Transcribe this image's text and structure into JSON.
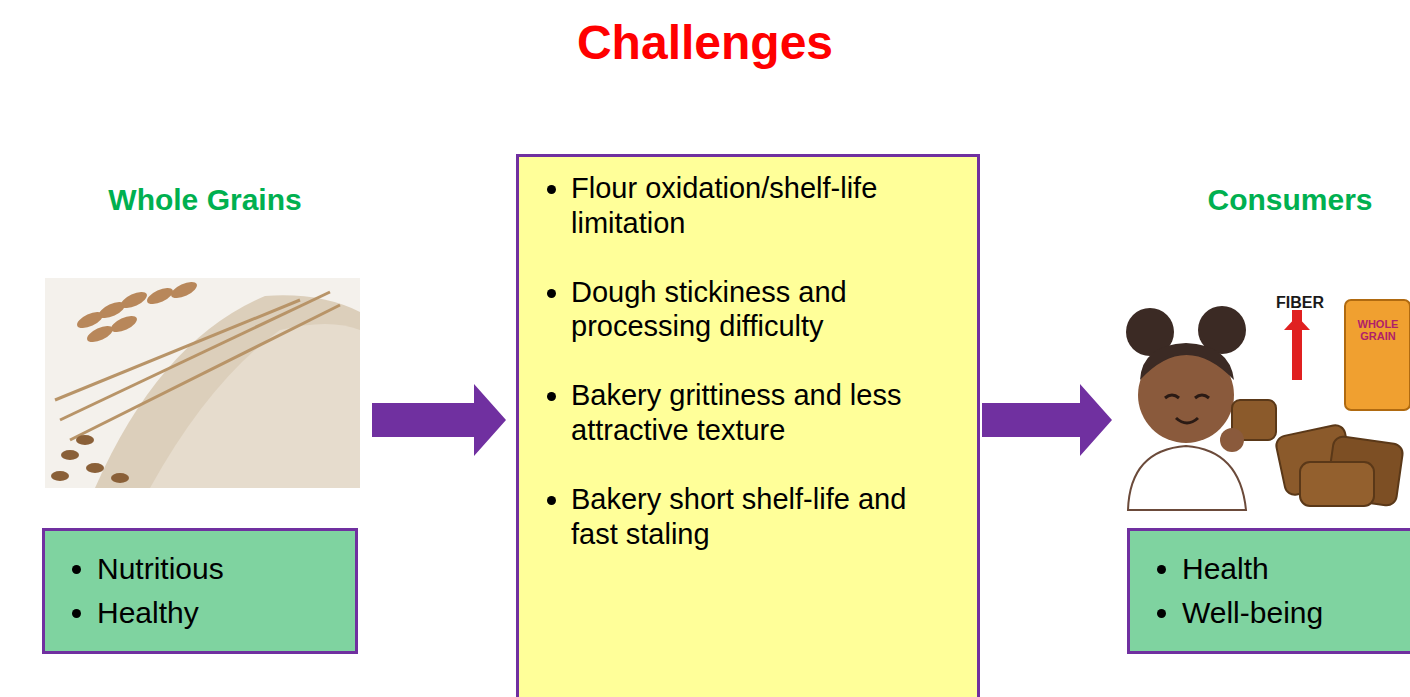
{
  "diagram": {
    "title": "Challenges",
    "nodes": [
      {
        "text": [
          "Whole Grains"
        ]
      },
      {
        "text": [
          "Nutritious",
          "Healthy"
        ],
        "in": 0
      },
      {
        "text": [
          "Flour oxidation/shelf-life limitation",
          "Dough stickiness and processing difficulty",
          "Bakery grittiness and less attractive texture",
          "Bakery short shelf-life and fast staling"
        ]
      },
      {
        "text": [
          "Consumers"
        ]
      },
      {
        "text": [
          "Health",
          "Well-being"
        ],
        "in": 3
      }
    ],
    "edges": [
      {
        "from": 0,
        "to": 2,
        "arrow": "to"
      },
      {
        "from": 2,
        "to": 3,
        "arrow": "to"
      }
    ],
    "labels": [
      "FIBER",
      "WHOLE GRAIN"
    ]
  }
}
